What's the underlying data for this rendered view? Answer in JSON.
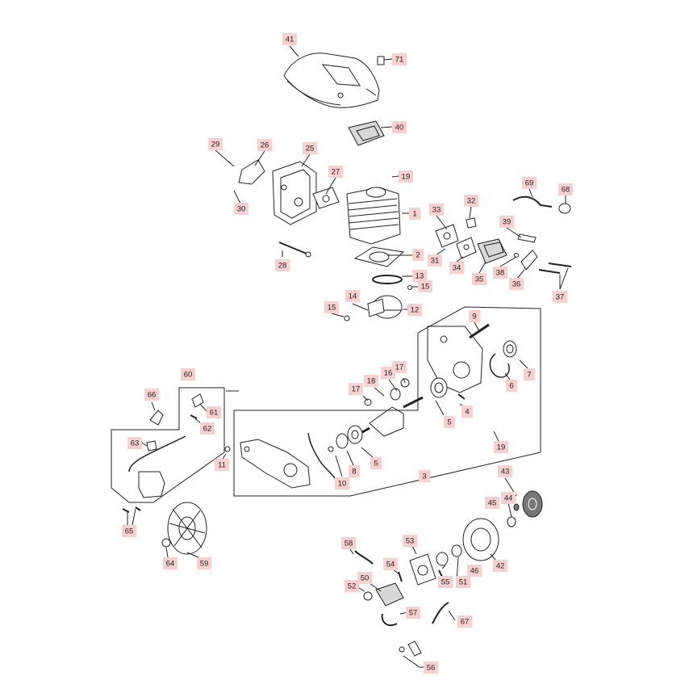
{
  "diagram": {
    "labels": [
      "41",
      "71",
      "40",
      "29",
      "26",
      "25",
      "27",
      "19",
      "1",
      "30",
      "33",
      "32",
      "69",
      "68",
      "39",
      "28",
      "31",
      "2",
      "34",
      "35",
      "38",
      "36",
      "37",
      "13",
      "15",
      "14",
      "12",
      "9",
      "7",
      "6",
      "60",
      "66",
      "61",
      "62",
      "17",
      "18",
      "16",
      "4",
      "5",
      "63",
      "11",
      "8",
      "10",
      "3",
      "19",
      "43",
      "44",
      "45",
      "42",
      "65",
      "59",
      "64",
      "58",
      "53",
      "54",
      "46",
      "51",
      "50",
      "55",
      "52",
      "57",
      "67",
      "56"
    ]
  }
}
